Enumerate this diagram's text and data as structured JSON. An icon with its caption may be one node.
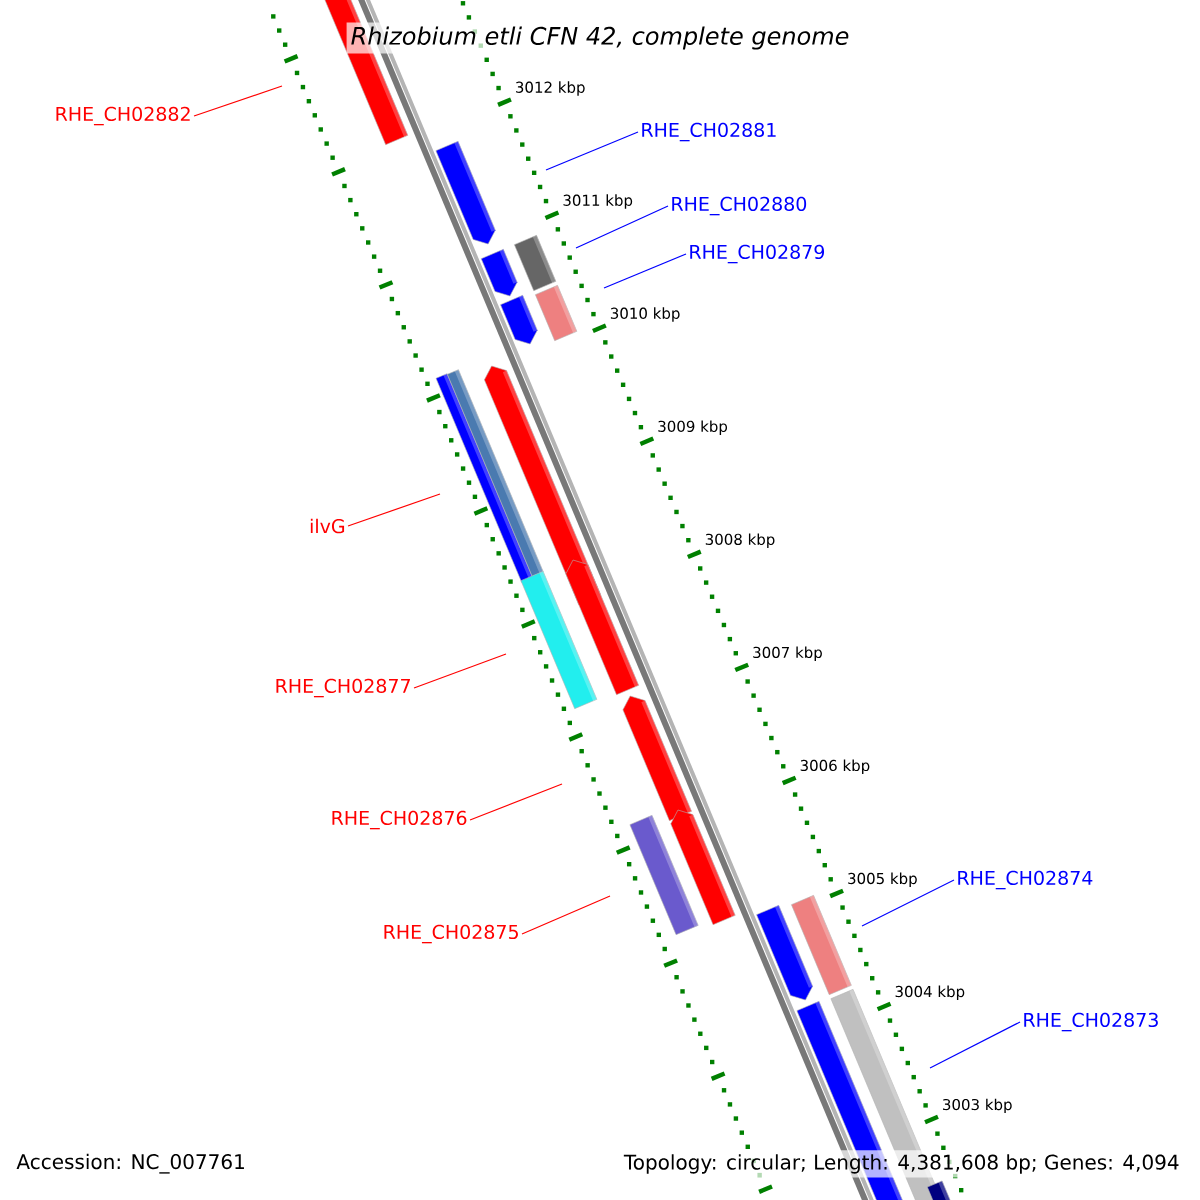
{
  "diagram": {
    "title": "Rhizobium etli CFN 42, complete genome",
    "nodes": [
      {
        "text": [
          "RHE_CH02882"
        ]
      },
      {
        "text": [
          "RHE_CH02881"
        ]
      },
      {
        "text": [
          "RHE_CH02880"
        ]
      },
      {
        "text": [
          "RHE_CH02879"
        ]
      },
      {
        "text": [
          "ilvG"
        ]
      },
      {
        "text": [
          "RHE_CH02877"
        ]
      },
      {
        "text": [
          "RHE_CH02876"
        ]
      },
      {
        "text": [
          "RHE_CH02874"
        ]
      },
      {
        "text": [
          "RHE_CH02875"
        ]
      },
      {
        "text": [
          "RHE_CH02873"
        ]
      }
    ],
    "edges": [
      {
        "from": 0,
        "to": null,
        "arrow": "none",
        "color": "#ff0000"
      },
      {
        "from": 1,
        "to": null,
        "arrow": "none",
        "color": "#0000ff"
      },
      {
        "from": 2,
        "to": null,
        "arrow": "none",
        "color": "#0000ff"
      },
      {
        "from": 3,
        "to": null,
        "arrow": "none",
        "color": "#0000ff"
      },
      {
        "from": 4,
        "to": null,
        "arrow": "none",
        "color": "#ff0000"
      },
      {
        "from": 5,
        "to": null,
        "arrow": "none",
        "color": "#ff0000"
      },
      {
        "from": 6,
        "to": null,
        "arrow": "none",
        "color": "#ff0000"
      },
      {
        "from": 7,
        "to": null,
        "arrow": "none",
        "color": "#0000ff"
      },
      {
        "from": 8,
        "to": null,
        "arrow": "none",
        "color": "#ff0000"
      },
      {
        "from": 9,
        "to": null,
        "arrow": "none",
        "color": "#0000ff"
      }
    ],
    "labels": [
      "3012 kbp",
      "3011 kbp",
      "3010 kbp",
      "3009 kbp",
      "3008 kbp",
      "3007 kbp",
      "3006 kbp",
      "3005 kbp",
      "3004 kbp",
      "3003 kbp",
      "Accession: NC_007761",
      "Topology: circular; Length: 4,381,608 bp; Genes: 4,094"
    ]
  }
}
